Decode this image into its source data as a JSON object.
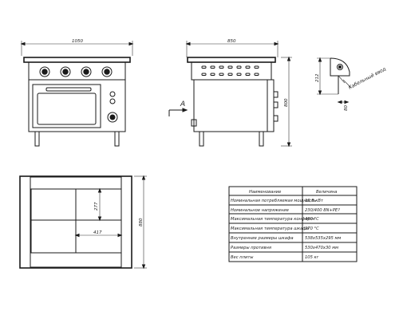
{
  "dimensions": {
    "front_width": "1050",
    "side_depth": "850",
    "side_height": "800",
    "detail_height": "212",
    "detail_depth": "80",
    "plan_height": "880",
    "plan_inner_height": "277",
    "plan_inner_width": "417"
  },
  "labels": {
    "view_arrow": "A",
    "cable_entry": "Кабельный ввод"
  },
  "spec_table": {
    "header": [
      "Наименование",
      "Величина"
    ],
    "rows": [
      [
        "Номинальная потребляемая мощность",
        "16,8 кВт"
      ],
      [
        "Номинальное напряжение",
        "230/400 8N+PE?"
      ],
      [
        "Максимальная температура конфорок",
        "460 °С"
      ],
      [
        "Максимальная температура шкафа",
        "270 °С"
      ],
      [
        "Внутренние размеры шкафа",
        "538х535х295 мм"
      ],
      [
        "Размеры противня",
        "530х470х30 мм"
      ],
      [
        "Вес плиты",
        "105 кг"
      ]
    ]
  }
}
